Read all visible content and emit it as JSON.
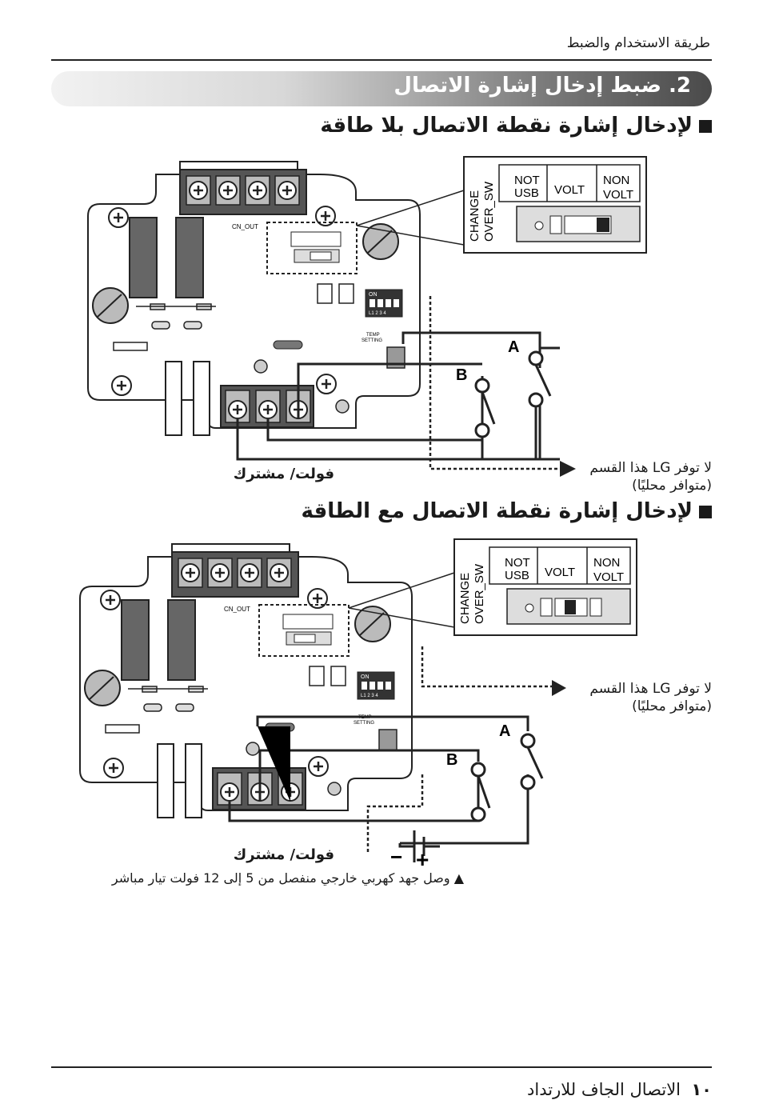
{
  "header": {
    "title": "طريقة الاستخدام والضبط"
  },
  "section": {
    "title": "2. ضبط إدخال إشارة الاتصال"
  },
  "sub1": {
    "title": "لإدخال إشارة نقطة الاتصال بلا طاقة"
  },
  "sub2": {
    "title": "لإدخال إشارة نقطة الاتصال مع الطاقة"
  },
  "diagram": {
    "terminal_label": "فولت/ مشترك",
    "cn_out": "CN_OUT",
    "change_over": "CHANGE OVER_SW",
    "change_over_line1": "CHANGE",
    "change_over_line2": "OVER_SW",
    "not_usb_1": "NOT",
    "not_usb_2": "USB",
    "volt": "VOLT",
    "non_volt_1": "NON",
    "non_volt_2": "VOLT",
    "dip_on": "ON",
    "dip_nums": "L1 2 3 4",
    "temp_setting_1": "TEMP",
    "temp_setting_2": "SETTING",
    "label_a": "A",
    "label_b": "B",
    "not_supplied_line1": "لا توفر LG هذا القسم",
    "not_supplied_line2": "(متوافر محليًا)",
    "battery_minus": "−",
    "battery_plus": "+"
  },
  "power_note": "▲ وصل جهد كهربي خارجي منفصل من 5 إلى 12 فولت تيار مباشر",
  "footer": {
    "page": "١٠",
    "text": "الاتصال الجاف للارتداد"
  }
}
